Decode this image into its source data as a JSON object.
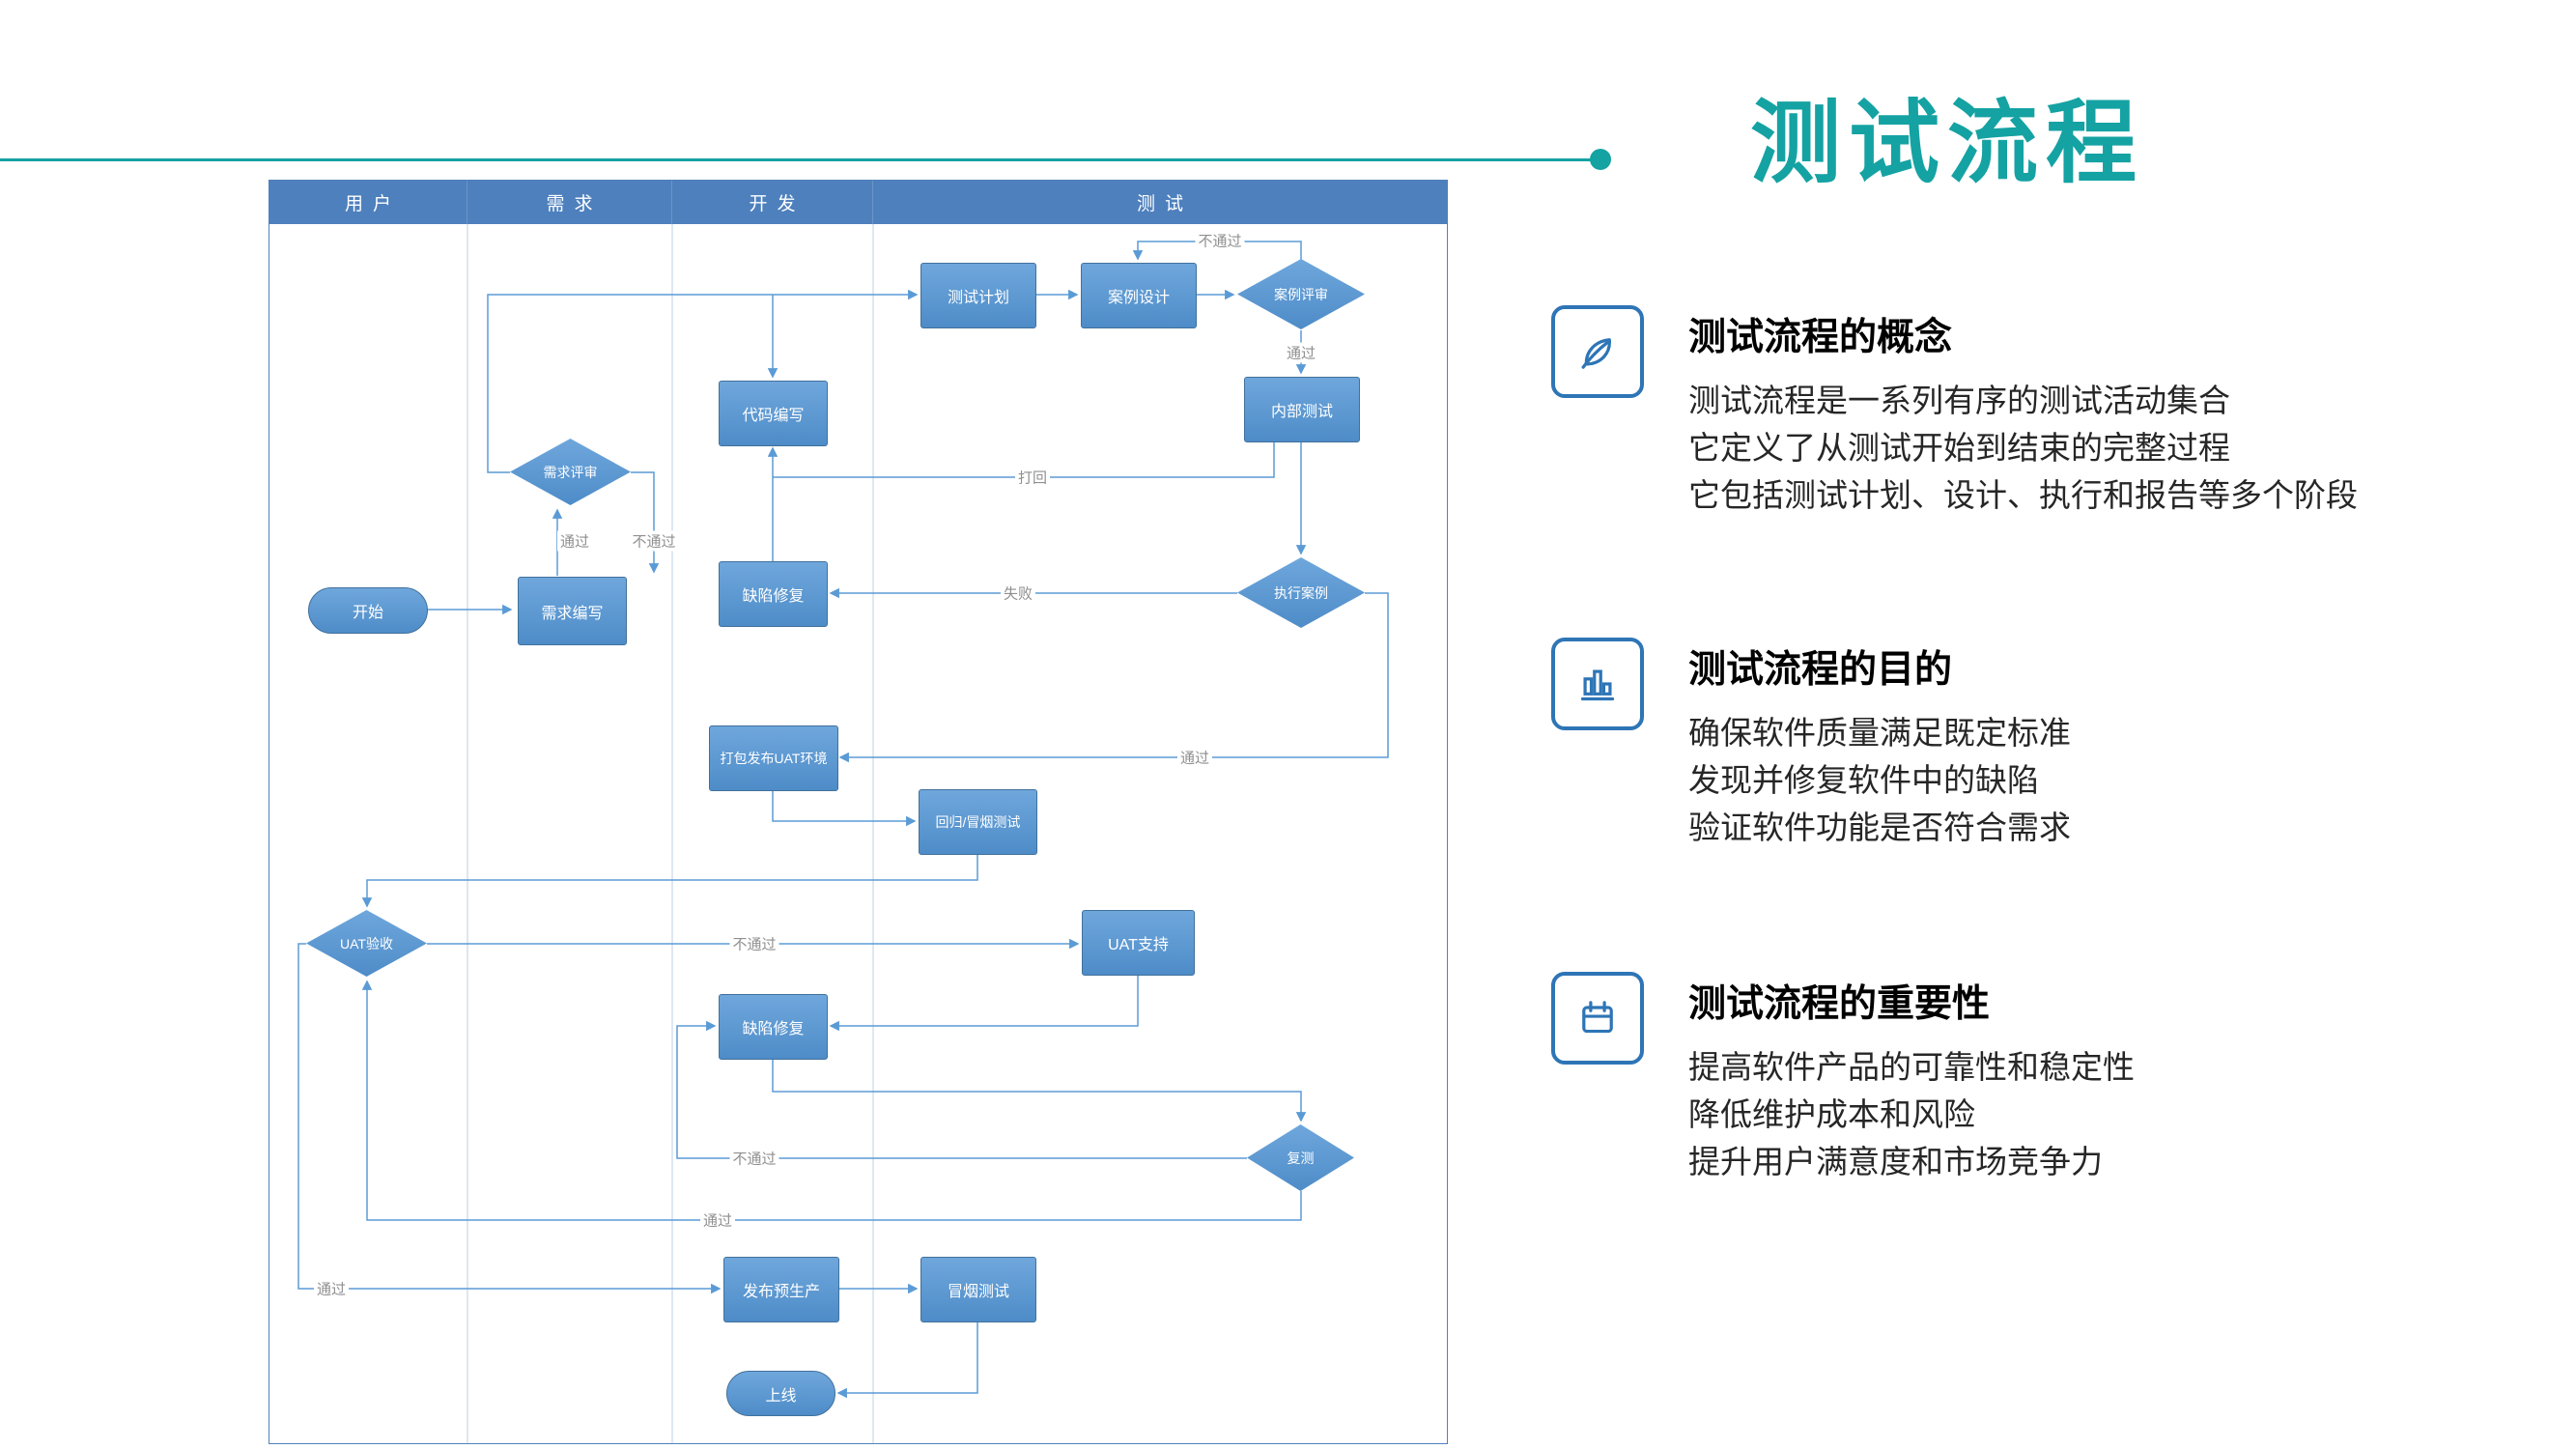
{
  "title": "测试流程",
  "colors": {
    "accent": "#15A2A3",
    "node_fill": "#5B9BD5",
    "lane_header_fill": "#4E80BD",
    "icon_stroke": "#2E75B6"
  },
  "sections": [
    {
      "icon": "pen-icon",
      "heading": "测试流程的概念",
      "lines": [
        "测试流程是一系列有序的测试活动集合",
        "它定义了从测试开始到结束的完整过程",
        "它包括测试计划、设计、执行和报告等多个阶段"
      ]
    },
    {
      "icon": "bar-chart-icon",
      "heading": "测试流程的目的",
      "lines": [
        "确保软件质量满足既定标准",
        "发现并修复软件中的缺陷",
        "验证软件功能是否符合需求"
      ]
    },
    {
      "icon": "calendar-icon",
      "heading": "测试流程的重要性",
      "lines": [
        "提高软件产品的可靠性和稳定性",
        "降低维护成本和风险",
        "提升用户满意度和市场竞争力"
      ]
    }
  ],
  "flowchart": {
    "lanes": [
      "用户",
      "需求",
      "开发",
      "测试"
    ],
    "nodes": {
      "start": "开始",
      "req_write": "需求编写",
      "req_review": "需求评审",
      "code_write": "代码编写",
      "test_plan": "测试计划",
      "case_design": "案例设计",
      "case_review": "案例评审",
      "internal_test": "内部测试",
      "exec_case": "执行案例",
      "defect_fix1": "缺陷修复",
      "package_uat": "打包发布UAT环境",
      "regression_smoke": "回归/冒烟测试",
      "uat_accept": "UAT验收",
      "uat_support": "UAT支持",
      "defect_fix2": "缺陷修复",
      "retest": "复测",
      "release_pre": "发布预生产",
      "smoke_test": "冒烟测试",
      "online": "上线"
    },
    "edge_labels": {
      "req_pass": "通过",
      "req_fail": "不通过",
      "case_fail": "不通过",
      "case_pass": "通过",
      "reject": "打回",
      "exec_fail": "失败",
      "exec_pass": "通过",
      "uat_fail": "不通过",
      "retest_fail": "不通过",
      "retest_pass": "通过",
      "uat_pass": "通过"
    }
  }
}
